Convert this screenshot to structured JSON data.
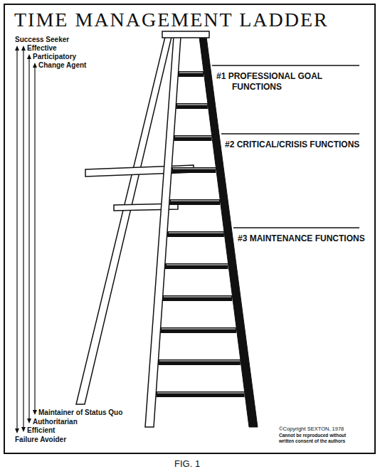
{
  "diagram": {
    "title": "TIME MANAGEMENT LADDER",
    "caption": "FIG. 1",
    "labels": [
      "Success Seeker",
      "Effective",
      "Participatory",
      "Change Agent",
      "#1 PROFESSIONAL GOAL FUNCTIONS",
      "#2 CRITICAL/CRISIS FUNCTIONS",
      "#3 MAINTENANCE FUNCTIONS",
      "Maintainer of Status Quo",
      "Authoritarian",
      "Efficient",
      "Failure Avoider",
      "©Copyright SEXTON, 1978",
      "Cannot be reproduced without written consent of the authors"
    ]
  }
}
